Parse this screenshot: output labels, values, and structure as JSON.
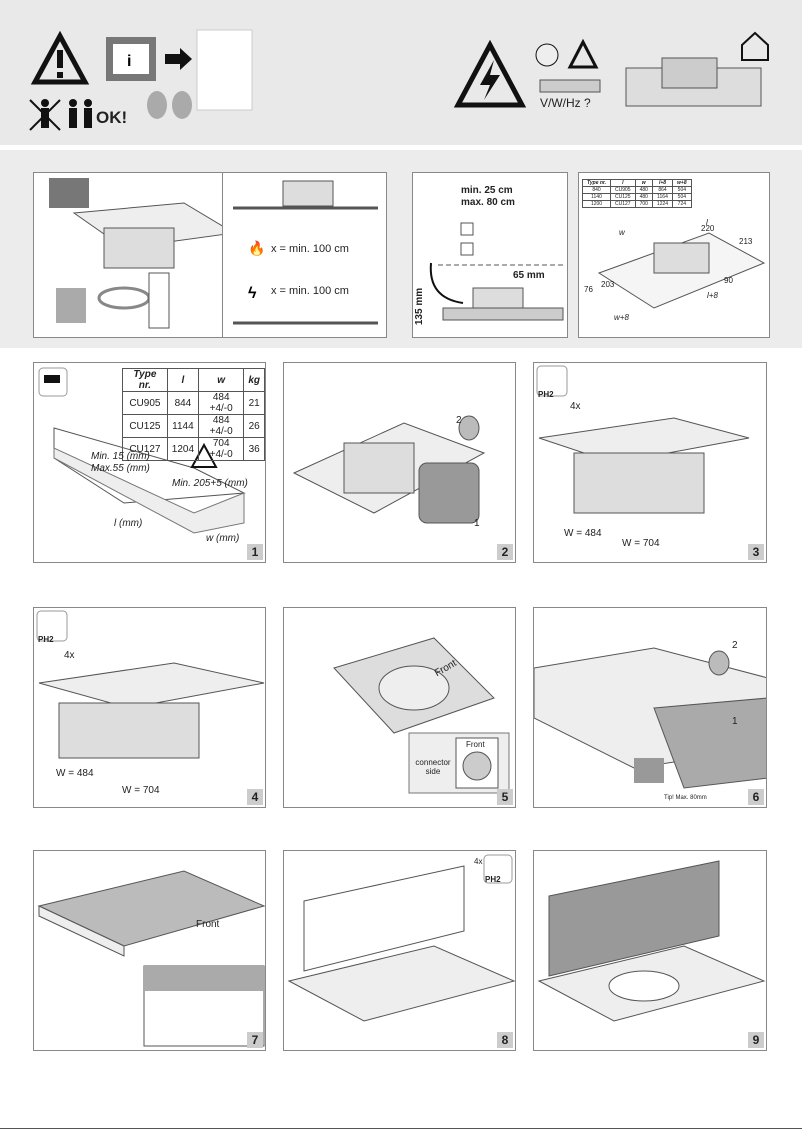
{
  "header": {
    "ok_label": "OK!",
    "voltage_label": "V/W/Hz ?"
  },
  "overview": {
    "clearance_gas": "x = min. 100 cm",
    "clearance_electric": "x = min. 100 cm",
    "socket_min": "min. 25 cm",
    "socket_max": "max. 80 cm",
    "offset": "65 mm",
    "height": "135 mm",
    "dims_table": {
      "headers": [
        "Type nr.",
        "l",
        "w",
        "l+8",
        "w+8"
      ],
      "rows": [
        [
          "840",
          "CU905",
          "480",
          "864",
          "504"
        ],
        [
          "1140",
          "CU125",
          "480",
          "1164",
          "504"
        ],
        [
          "1200",
          "CU127",
          "700",
          "1224",
          "724"
        ]
      ]
    },
    "dims": [
      "220",
      "213",
      "90",
      "76",
      "203",
      "l",
      "w",
      "l+8",
      "w+8"
    ]
  },
  "steps": [
    {
      "number": "1",
      "table": {
        "headers": [
          "Type nr.",
          "l",
          "w",
          "kg"
        ],
        "rows": [
          [
            "CU905",
            "844",
            "484 +4/-0",
            "21"
          ],
          [
            "CU125",
            "1144",
            "484 +4/-0",
            "26"
          ],
          [
            "CU127",
            "1204",
            "704 +4/-0",
            "36"
          ]
        ]
      },
      "labels": {
        "min_thickness": "Min. 15 (mm)",
        "max_thickness": "Max.55 (mm)",
        "min_depth": "Min. 205+5 (mm)",
        "length": "l (mm)",
        "width": "w (mm)"
      }
    },
    {
      "number": "2",
      "labels": [
        "1",
        "2"
      ]
    },
    {
      "number": "3",
      "tool": "PH2",
      "labels": [
        "4x",
        "W = 484",
        "W = 704"
      ]
    },
    {
      "number": "4",
      "tool": "PH2",
      "labels": [
        "4x",
        "W = 484",
        "W = 704"
      ]
    },
    {
      "number": "5",
      "labels": [
        "Front",
        "Front",
        "connector side"
      ]
    },
    {
      "number": "6",
      "labels": [
        "1",
        "2",
        "Tip! Max. 80mm"
      ]
    },
    {
      "number": "7",
      "labels": [
        "Front"
      ]
    },
    {
      "number": "8",
      "tool": "PH2",
      "labels": [
        "4x"
      ]
    },
    {
      "number": "9",
      "labels": []
    }
  ]
}
